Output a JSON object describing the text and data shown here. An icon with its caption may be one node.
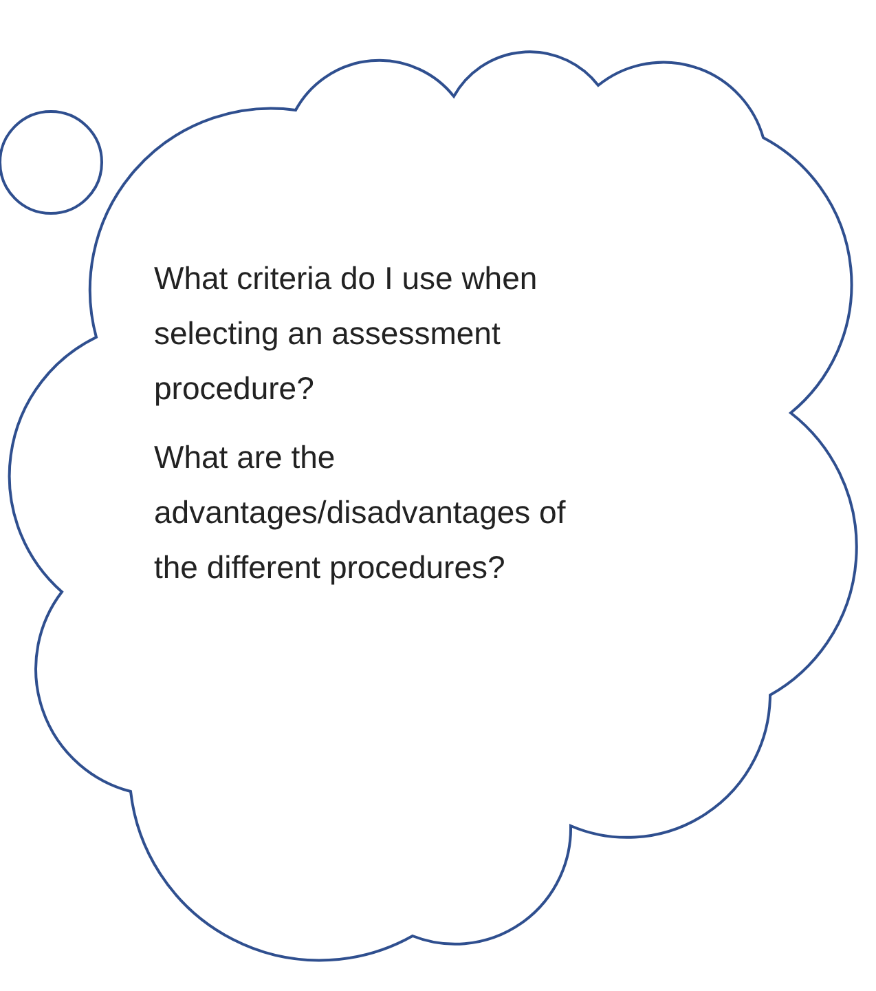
{
  "diagram": {
    "nodes": [
      {
        "text": [
          "What criteria do I use when selecting an assessment procedure?",
          "What are the advantages/disadvantages of the different procedures?"
        ]
      },
      {
        "text": [],
        "shape": "circle"
      }
    ]
  }
}
